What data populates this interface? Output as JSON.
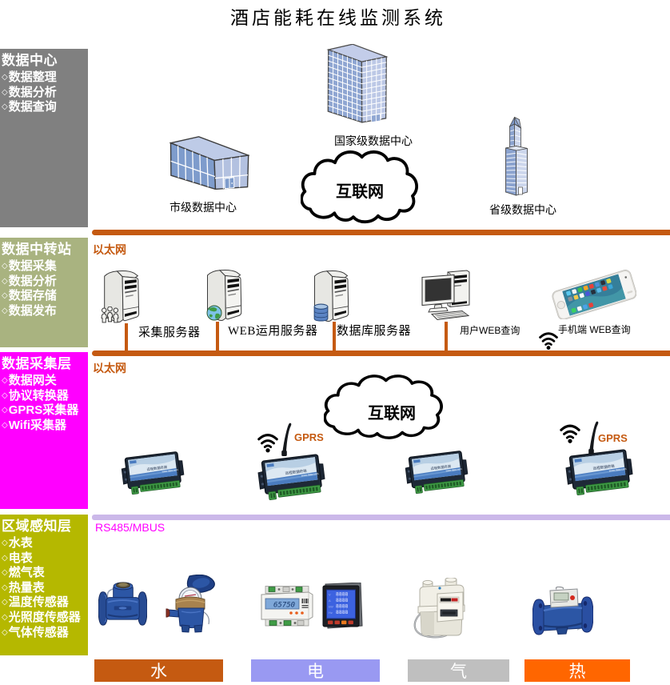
{
  "title": "酒店能耗在线监测系统",
  "sidebar": {
    "bullet": "◇",
    "blocks": [
      {
        "title": "数据中心",
        "color": "#808080",
        "items": [
          "数据整理",
          "数据分析",
          "数据查询"
        ]
      },
      {
        "title": "数据中转站",
        "color": "#A9B380",
        "items": [
          "数据采集",
          "数据分析",
          "数据存储",
          "数据发布"
        ]
      },
      {
        "title": "数据采集层",
        "color": "#FF00FF",
        "items": [
          "数据网关",
          "协议转换器",
          "GPRS采集器",
          "Wifi采集器"
        ]
      },
      {
        "title": "区域感知层",
        "color": "#B5B800",
        "items": [
          "水表",
          "电表",
          "燃气表",
          "热量表",
          "温度传感器",
          "光照度传感器",
          "气体传感器"
        ]
      }
    ]
  },
  "datacenter_tier": {
    "national_label": "国家级数据中心",
    "city_label": "市级数据中心",
    "province_label": "省级数据中心",
    "internet_label": "互联网"
  },
  "relay_tier": {
    "network_label": "以太网",
    "server_labels": [
      "采集服务器",
      "WEB运用服务器",
      "数据库服务器"
    ],
    "client_labels": [
      "用户WEB查询",
      "手机端 WEB查询"
    ]
  },
  "collection_tier": {
    "network_label": "以太网",
    "internet_label": "互联网",
    "gprs_label": "GPRS"
  },
  "sensing_tier": {
    "bus_label": "RS485/MBUS"
  },
  "energy_bars": [
    {
      "label": "水",
      "color": "#C55A11"
    },
    {
      "label": "电",
      "color": "#9999F2"
    },
    {
      "label": "气",
      "color": "#BFBFBF"
    },
    {
      "label": "热",
      "color": "#FF6600"
    }
  ],
  "colors": {
    "accent_orange": "#C55A11",
    "lavender_rule": "#CBB8E9",
    "magenta": "#FF00FF",
    "sidebar_gray": "#808080",
    "sidebar_olive": "#A9B380",
    "sidebar_yellow": "#B5B800"
  }
}
